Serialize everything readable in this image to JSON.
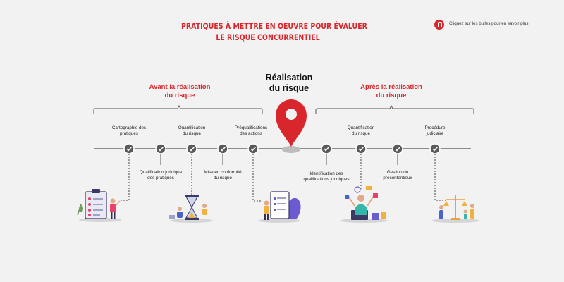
{
  "title": {
    "line1": "PRATIQUES À METTRE EN OEUVRE POUR ÉVALUER",
    "line2": "LE RISQUE CONCURRENTIEL"
  },
  "hint": {
    "icon": "pointer-hand-icon",
    "text": "Cliquez sur les bulles pour en savoir plus"
  },
  "center": {
    "line1": "Réalisation",
    "line2": "du risque",
    "icon": "map-pin-icon"
  },
  "phases": [
    {
      "line1": "Avant la réalisation",
      "line2": "du risque"
    },
    {
      "line1": "Après la réalisation",
      "line2": "du risque"
    }
  ],
  "steps": [
    {
      "line1": "Cartographie des",
      "line2": "pratiques"
    },
    {
      "line1": "Qualification juridique",
      "line2": "des pratiques"
    },
    {
      "line1": "Quantification",
      "line2": "du risque"
    },
    {
      "line1": "Mise en conformité",
      "line2": "du risque"
    },
    {
      "line1": "Préqualifications",
      "line2": "des actions"
    },
    {
      "line1": "Identification des",
      "line2": "qualifications juridiques"
    },
    {
      "line1": "Quantification",
      "line2": "du risque"
    },
    {
      "line1": "Gestion du",
      "line2": "précontentieux"
    },
    {
      "line1": "Procédure",
      "line2": "judiciaire"
    }
  ],
  "colors": {
    "accent": "#d9262c",
    "node": "#5a5a5a",
    "line": "#6b6b6b"
  }
}
